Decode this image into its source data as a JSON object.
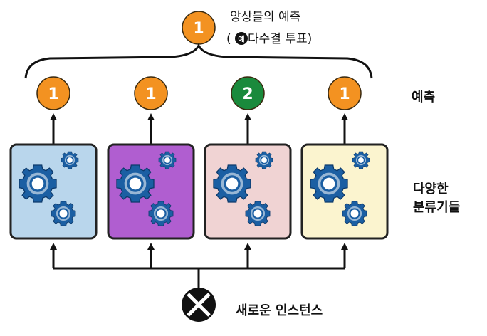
{
  "colors": {
    "orange": "#f39221",
    "green": "#1a8a3c",
    "gear": "#1b5fa3",
    "box_blue": "#b9d6ec",
    "box_purple": "#b05ed0",
    "box_pink": "#f0d3d3",
    "box_cream": "#fbf4cf",
    "line": "#111111"
  },
  "ensemble": {
    "value": "1",
    "label_line1": "앙상블의 예측",
    "label_line2_prefix": "(",
    "example_mark": "예",
    "label_line2_rest": " 다수결 투표)"
  },
  "predictions": {
    "label": "예측",
    "items": [
      {
        "value": "1",
        "color_key": "orange"
      },
      {
        "value": "1",
        "color_key": "orange"
      },
      {
        "value": "2",
        "color_key": "green"
      },
      {
        "value": "1",
        "color_key": "orange"
      }
    ]
  },
  "classifiers": {
    "label_line1": "다양한",
    "label_line2": "분류기들",
    "boxes": [
      {
        "color_key": "box_blue"
      },
      {
        "color_key": "box_purple"
      },
      {
        "color_key": "box_pink"
      },
      {
        "color_key": "box_cream"
      }
    ]
  },
  "instance": {
    "label": "새로운 인스턴스"
  }
}
